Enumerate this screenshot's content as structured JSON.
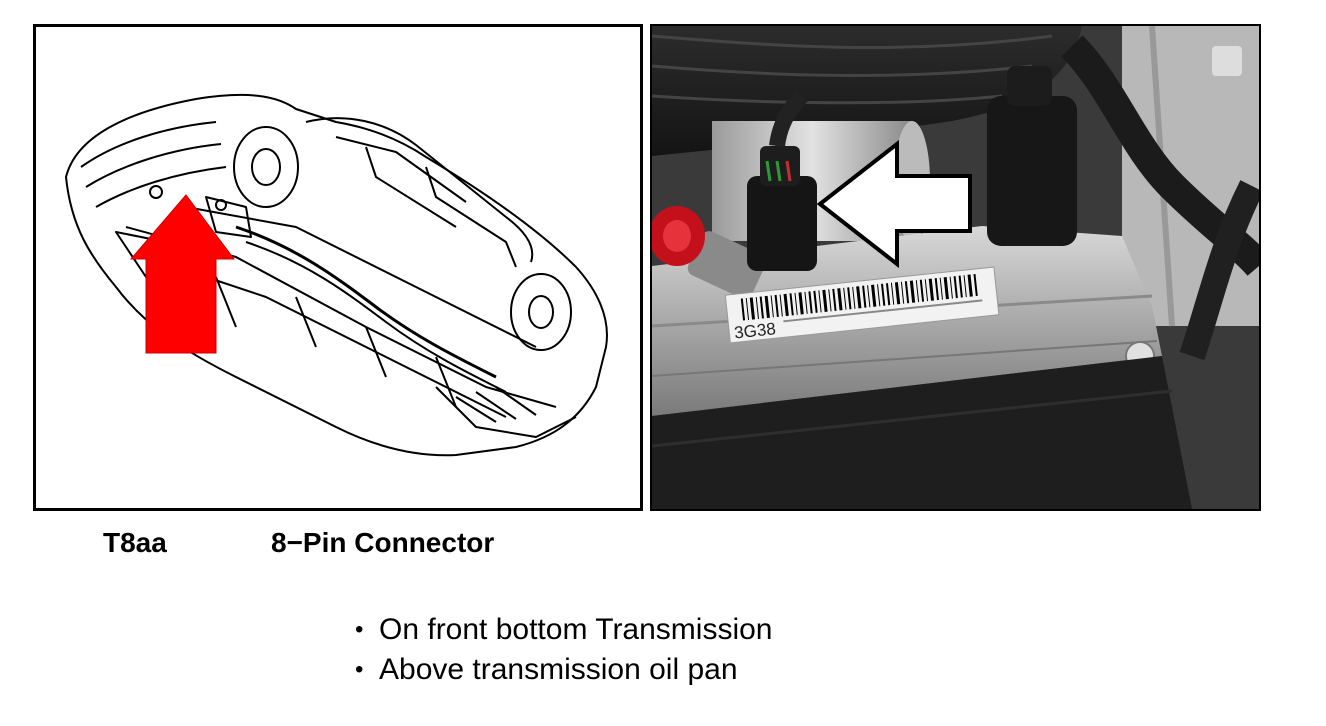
{
  "connector": {
    "id": "T8aa",
    "name": "8−Pin Connector"
  },
  "location": {
    "items": [
      "On front bottom Transmission",
      "Above transmission oil pan"
    ]
  },
  "photo": {
    "label_code": "3G38"
  },
  "colors": {
    "locator_arrow": "#ff0000",
    "photo_arrow": "#ffffff"
  }
}
